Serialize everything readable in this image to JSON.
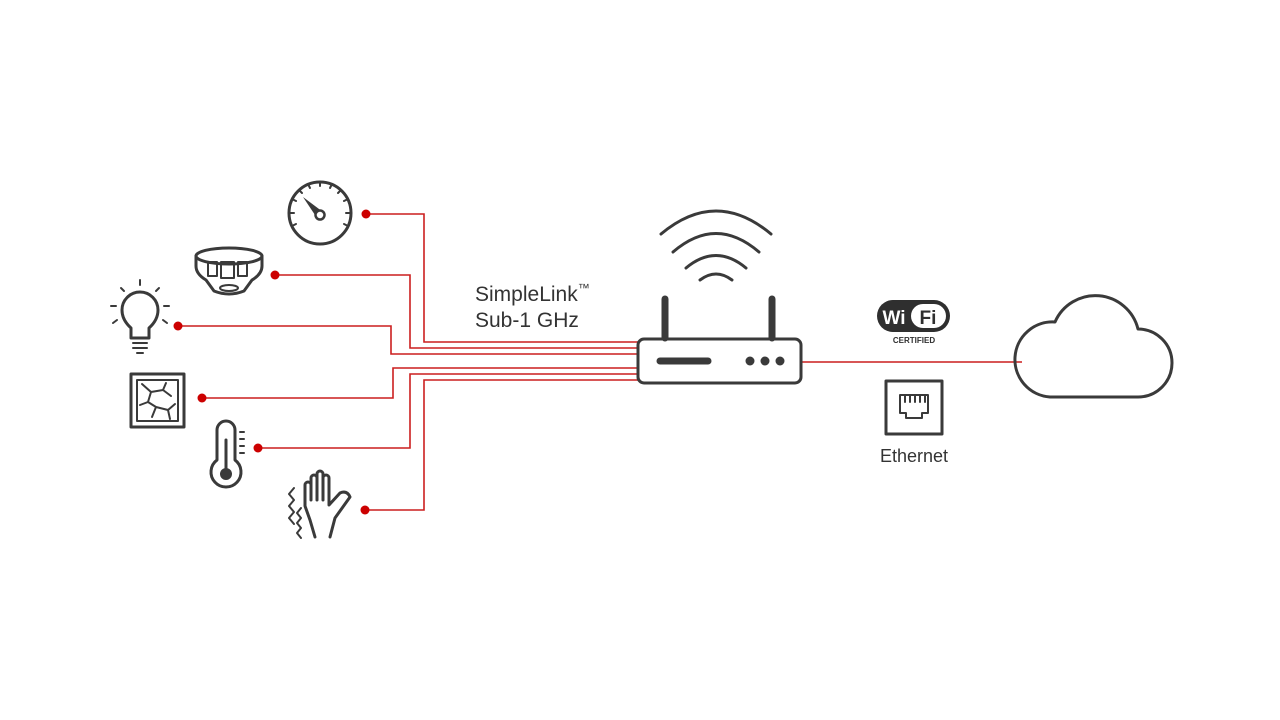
{
  "diagram": {
    "protocol_label_line1": "SimpleLink",
    "protocol_label_tm": "™",
    "protocol_label_line2": "Sub-1 GHz",
    "wifi_badge": {
      "wi": "Wi",
      "fi": "Fi",
      "certified": "CERTIFIED"
    },
    "ethernet_label": "Ethernet",
    "sensors": [
      {
        "icon": "pressure-gauge-icon"
      },
      {
        "icon": "smoke-detector-icon"
      },
      {
        "icon": "light-bulb-icon"
      },
      {
        "icon": "glass-break-icon"
      },
      {
        "icon": "thermometer-icon"
      },
      {
        "icon": "motion-hand-icon"
      }
    ],
    "colors": {
      "wire": "#cc1f1f",
      "dot": "#cc0000",
      "icon_stroke": "#3a3a3a",
      "background": "#ffffff"
    }
  }
}
